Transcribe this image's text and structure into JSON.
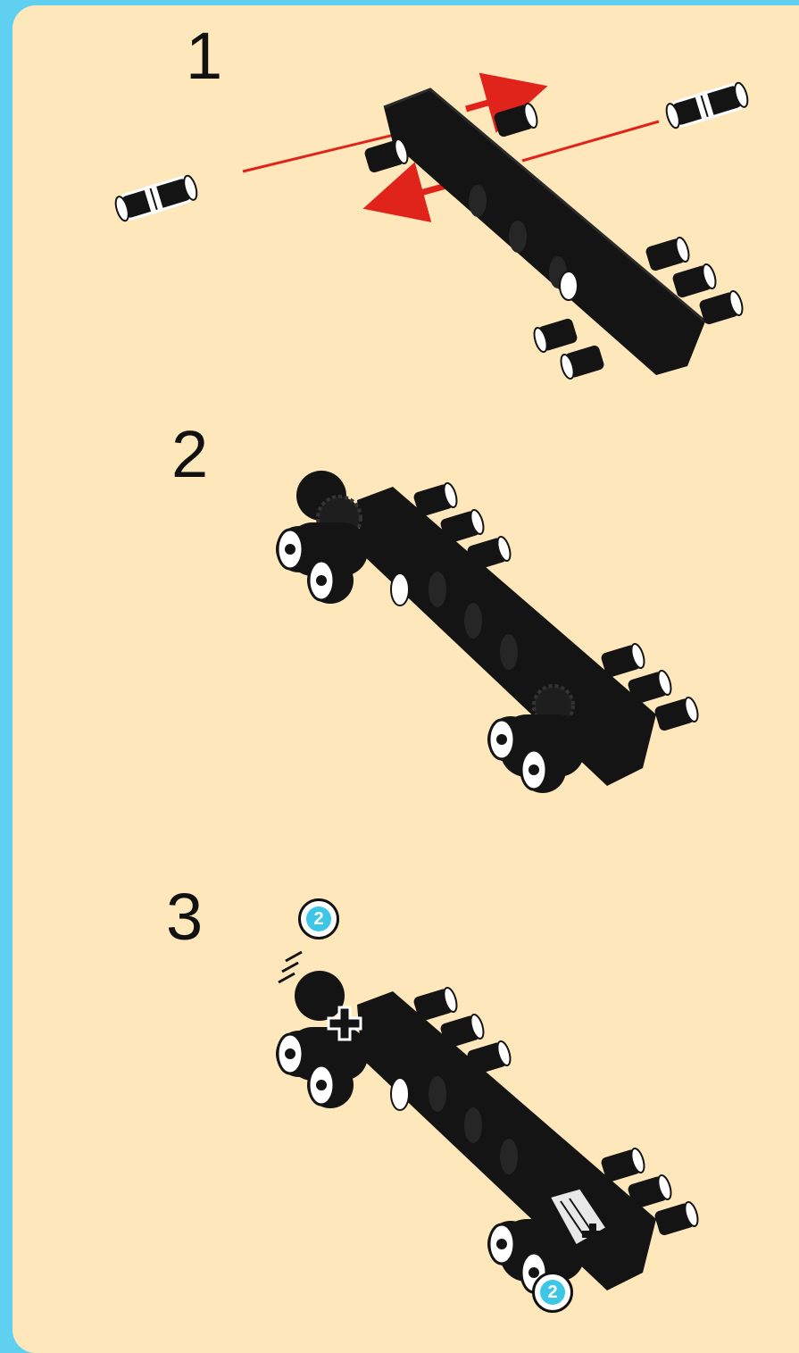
{
  "steps": [
    {
      "number": "1"
    },
    {
      "number": "2"
    },
    {
      "number": "3"
    }
  ],
  "step3": {
    "quantity_badge_top": "2",
    "quantity_badge_bottom": "2"
  },
  "colors": {
    "background_border": "#5fd0f0",
    "panel": "#fde7bb",
    "part": "#141414",
    "arrow": "#e0241c",
    "badge": "#3cc6e8"
  },
  "icons": {
    "beam": "liftarm-beam-icon",
    "pin": "connector-pin-icon",
    "arrow": "direction-arrow-icon",
    "gear": "gear-icon",
    "axle_hole": "axle-hole-icon"
  }
}
